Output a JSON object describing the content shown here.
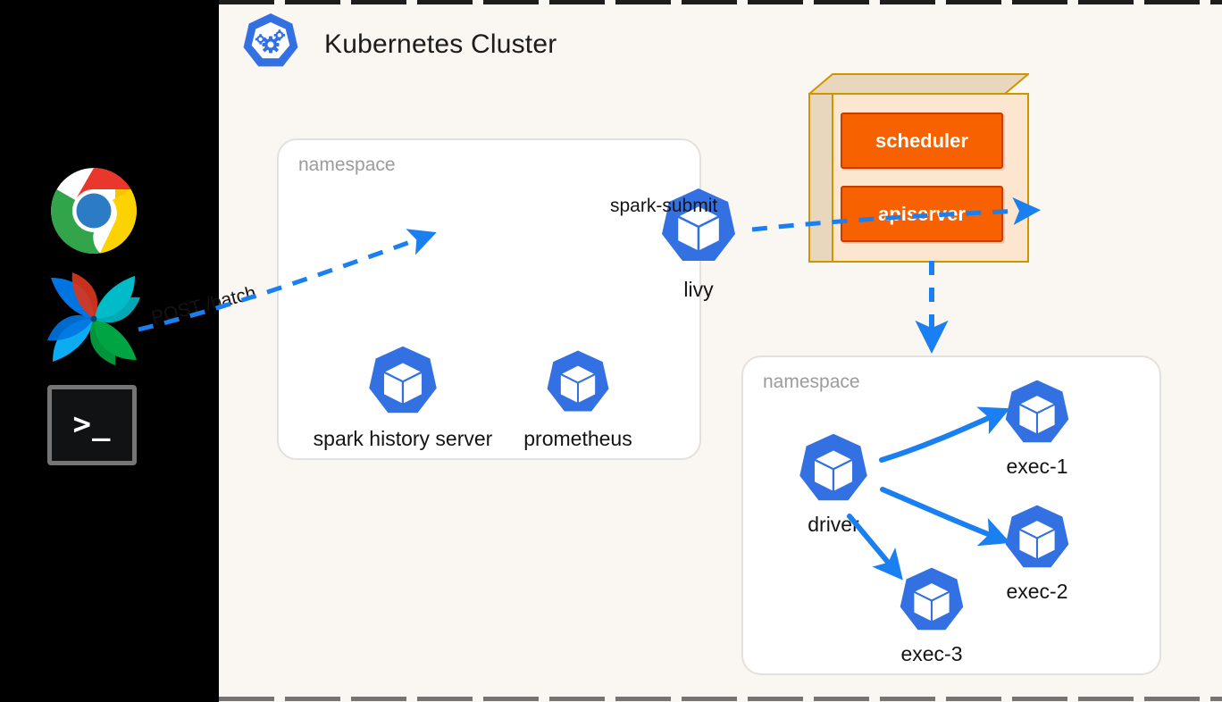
{
  "dock": {
    "items": [
      {
        "name": "chrome-icon",
        "label": "Google Chrome"
      },
      {
        "name": "airflow-icon",
        "label": "Apache Airflow"
      },
      {
        "name": "terminal-icon",
        "label": "Terminal",
        "prompt": ">_"
      }
    ]
  },
  "cluster": {
    "title": "Kubernetes Cluster",
    "logo": "kubernetes-logo"
  },
  "namespaces": [
    {
      "id": "services",
      "label": "namespace",
      "pods": [
        {
          "id": "livy",
          "label": "livy"
        },
        {
          "id": "spark-history-server",
          "label": "spark history server"
        },
        {
          "id": "prometheus",
          "label": "prometheus"
        }
      ]
    },
    {
      "id": "executors",
      "label": "namespace",
      "pods": [
        {
          "id": "driver",
          "label": "driver"
        },
        {
          "id": "exec-1",
          "label": "exec-1"
        },
        {
          "id": "exec-2",
          "label": "exec-2"
        },
        {
          "id": "exec-3",
          "label": "exec-3"
        }
      ]
    }
  ],
  "control_plane": {
    "components": [
      {
        "id": "scheduler",
        "label": "scheduler"
      },
      {
        "id": "apiserver",
        "label": "apiserver"
      }
    ]
  },
  "edges": [
    {
      "id": "post-batch",
      "label": "POST /batch",
      "style": "dashed",
      "from": "airflow",
      "to": "livy"
    },
    {
      "id": "spark-submit",
      "label": "spark-submit",
      "style": "dashed",
      "from": "livy",
      "to": "apiserver"
    },
    {
      "id": "apiserver-to-driver",
      "label": "",
      "style": "dashed",
      "from": "apiserver",
      "to": "driver-namespace"
    },
    {
      "id": "driver-exec-1",
      "label": "",
      "style": "solid",
      "from": "driver",
      "to": "exec-1"
    },
    {
      "id": "driver-exec-2",
      "label": "",
      "style": "solid",
      "from": "driver",
      "to": "exec-2"
    },
    {
      "id": "driver-exec-3",
      "label": "",
      "style": "solid",
      "from": "driver",
      "to": "exec-3"
    }
  ],
  "colors": {
    "canvas_bg": "#faf6f2",
    "dock_bg": "#000000",
    "k8s_blue": "#3371e3",
    "arrow_blue": "#1a7ff0",
    "control_plane_border": "#cf9500",
    "control_plane_face": "#fce6cf",
    "control_plane_side": "#e8d7bd",
    "component_orange": "#f76100",
    "component_border": "#c43c00",
    "namespace_border": "#e3e1de",
    "namespace_label": "#9b9b9b",
    "text": "#141414"
  }
}
